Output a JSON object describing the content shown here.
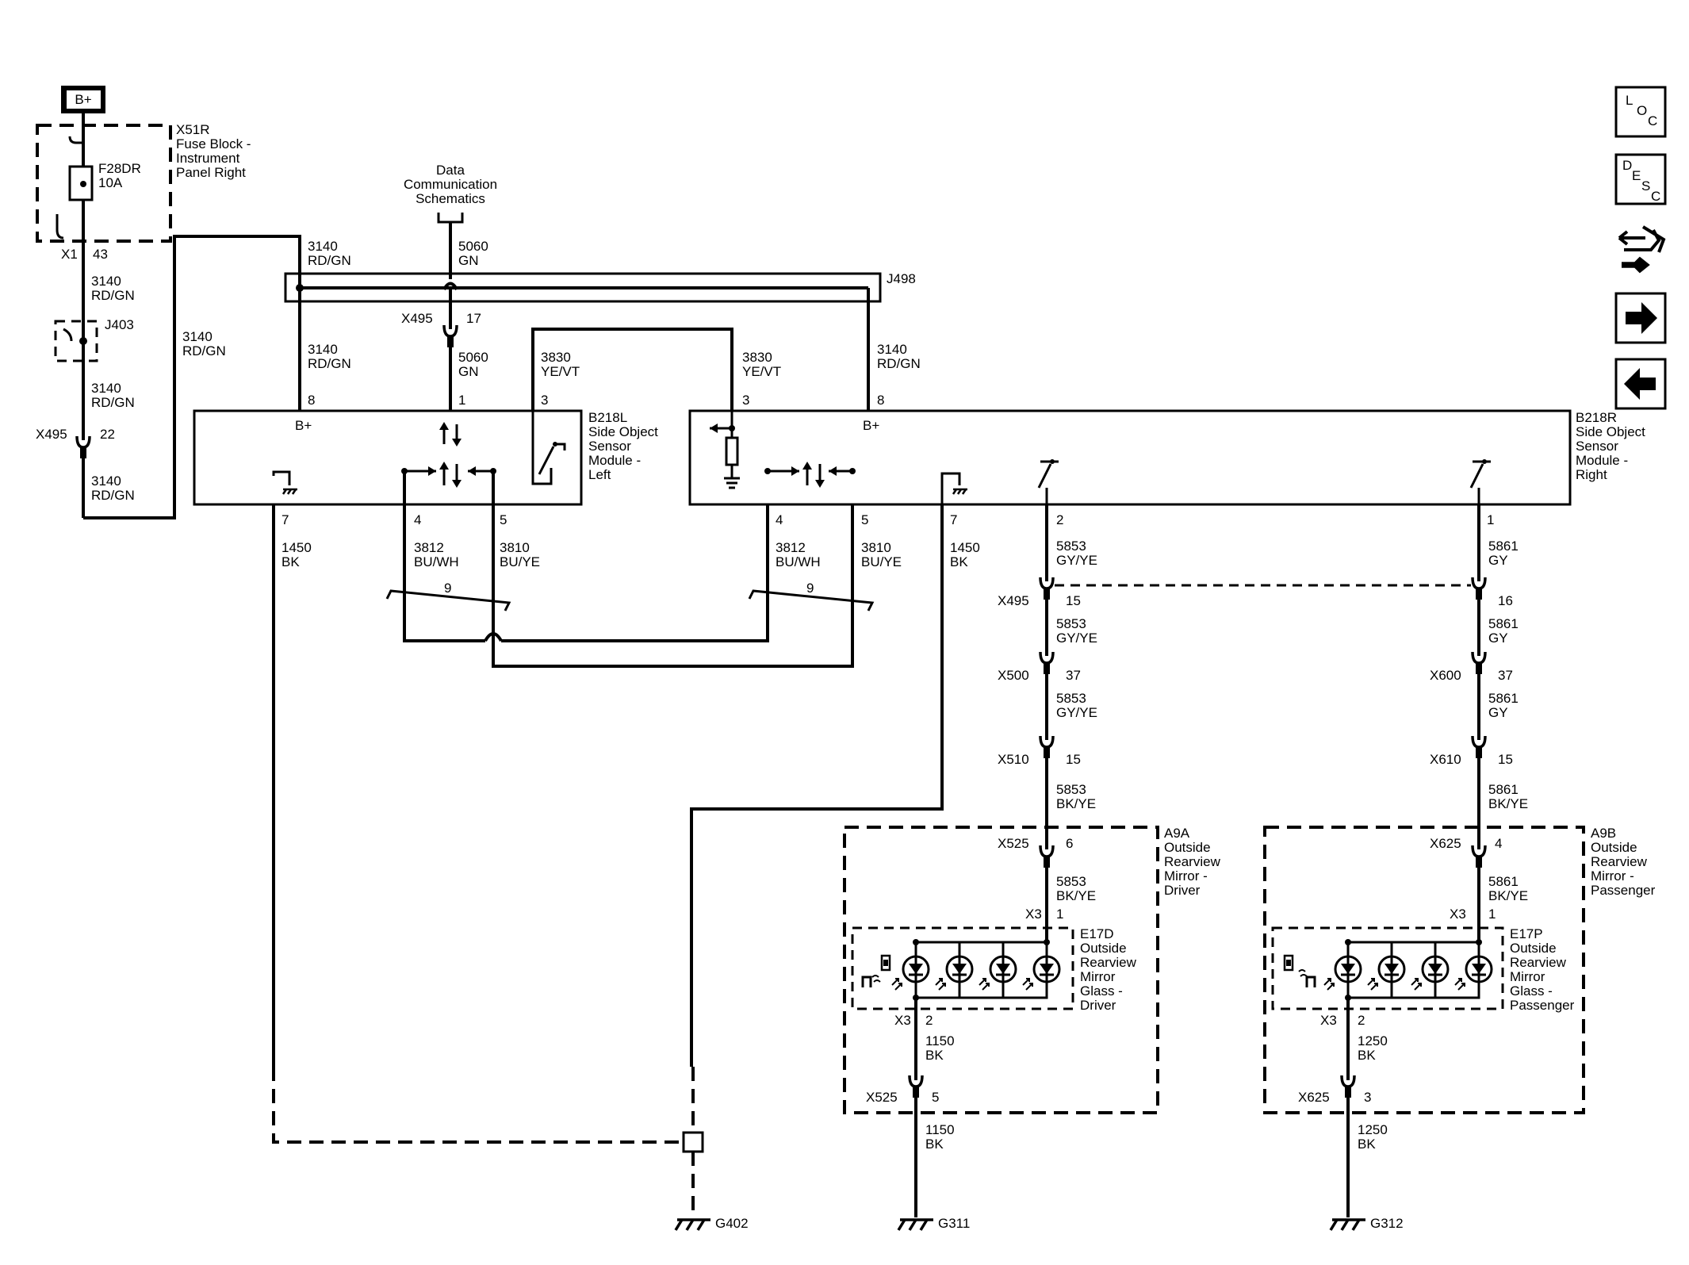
{
  "power": {
    "badge": "B+"
  },
  "fuse_block": {
    "ref": "X51R",
    "name_lines": [
      "Fuse Block -",
      "Instrument",
      "Panel Right"
    ],
    "fuse_id": "F28DR",
    "fuse_rating": "10A",
    "conn": "X1",
    "pin": "43"
  },
  "data_comm": {
    "lines": [
      "Data",
      "Communication",
      "Schematics"
    ]
  },
  "wires": {
    "w3140_circuit": "3140",
    "w3140_color": "RD/GN",
    "w5060_circuit": "5060",
    "w5060_color": "GN",
    "w3830_circuit": "3830",
    "w3830_color": "YE/VT",
    "w3812_circuit": "3812",
    "w3812_color": "BU/WH",
    "w3810_circuit": "3810",
    "w3810_color": "BU/YE",
    "w1450_circuit": "1450",
    "w1450_color": "BK",
    "w5853_circuit": "5853",
    "w5853_color_a": "GY/YE",
    "w5853_color_b": "BK/YE",
    "w5861_circuit": "5861",
    "w5861_color_a": "GY",
    "w5861_color_b": "BK/YE",
    "w1150_circuit": "1150",
    "w1150_color": "BK",
    "w1250_circuit": "1250",
    "w1250_color": "BK",
    "twist_count": "9"
  },
  "splices": {
    "j403": "J403",
    "j498": "J498"
  },
  "connectors": {
    "x495": "X495",
    "x500": "X500",
    "x510": "X510",
    "x525": "X525",
    "x600": "X600",
    "x610": "X610",
    "x625": "X625",
    "x3": "X3",
    "pin_22": "22",
    "pin_17": "17",
    "pin_15": "15",
    "pin_16": "16",
    "pin_37": "37",
    "pin_6": "6",
    "pin_4": "4",
    "pin_1": "1",
    "pin_2": "2",
    "pin_5": "5",
    "pin_3": "3"
  },
  "module_left": {
    "ref": "B218L",
    "name_lines": [
      "Side Object",
      "Sensor",
      "Module -",
      "Left"
    ],
    "bplus_label": "B+",
    "pin_8": "8",
    "pin_1": "1",
    "pin_3": "3",
    "pin_7": "7",
    "pin_4": "4",
    "pin_5": "5"
  },
  "module_right": {
    "ref": "B218R",
    "name_lines": [
      "Side Object",
      "Sensor",
      "Module -",
      "Right"
    ],
    "bplus_label": "B+",
    "pin_3": "3",
    "pin_8": "8",
    "pin_4": "4",
    "pin_5": "5",
    "pin_7": "7",
    "pin_2": "2",
    "pin_1": "1"
  },
  "mirror_driver": {
    "ref": "A9A",
    "name_lines": [
      "Outside",
      "Rearview",
      "Mirror -",
      "Driver"
    ],
    "glass_ref": "E17D",
    "glass_lines": [
      "Outside",
      "Rearview",
      "Mirror",
      "Glass -",
      "Driver"
    ]
  },
  "mirror_passenger": {
    "ref": "A9B",
    "name_lines": [
      "Outside",
      "Rearview",
      "Mirror -",
      "Passenger"
    ],
    "glass_ref": "E17P",
    "glass_lines": [
      "Outside",
      "Rearview",
      "Mirror",
      "Glass -",
      "Passenger"
    ]
  },
  "grounds": {
    "g402": "G402",
    "g311": "G311",
    "g312": "G312"
  },
  "nav": {
    "loc": [
      "L",
      "O",
      "C"
    ],
    "desc": [
      "D",
      "E",
      "S",
      "C"
    ],
    "icons": [
      "connector-wrench-icon",
      "arrow-right-icon",
      "arrow-left-icon"
    ]
  }
}
